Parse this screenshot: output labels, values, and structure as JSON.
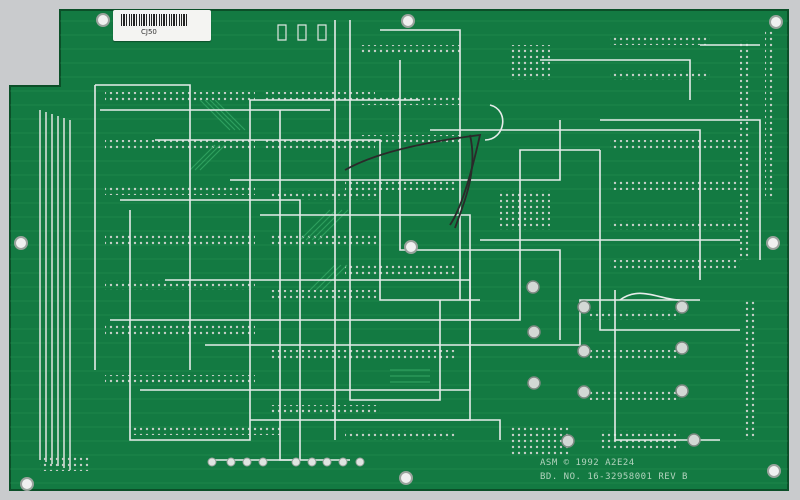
{
  "scene": {
    "subject": "pcb-board",
    "colors": {
      "background": "#c9cbcd",
      "board": "#137a42",
      "board_dark": "#0e5f32",
      "trace": "#2c9c5c",
      "jumper_wire": "#e6ecea",
      "pad": "#c7d0c9",
      "black_wire": "#2a2a2a"
    }
  },
  "sticker": {
    "text": "CJ50"
  },
  "silkscreen": {
    "line1": "ASM © 1992 A2E24",
    "line2": "BD. NO. 16-32958001 REV B"
  }
}
